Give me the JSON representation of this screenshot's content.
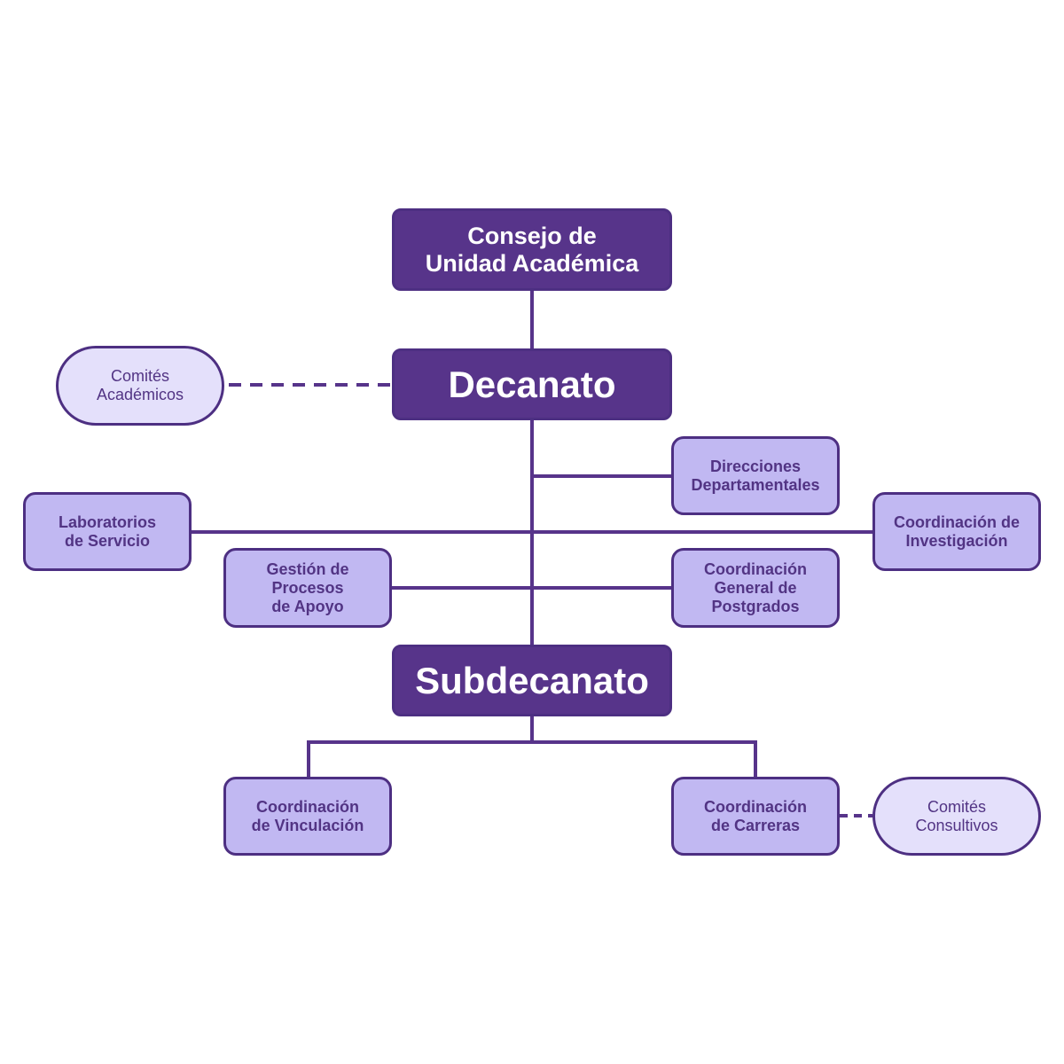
{
  "colors": {
    "primary": "#57348a",
    "secondary": "#c1b8f2",
    "tertiary": "#e4e0fb",
    "line": "#57348a",
    "text_on_light": "#523484"
  },
  "nodes": {
    "consejo": "Consejo de\nUnidad Académica",
    "decanato": "Decanato",
    "comites_academicos": "Comités\nAcadémicos",
    "direcciones": "Direcciones\nDepartamentales",
    "laboratorios": "Laboratorios\nde Servicio",
    "coord_investigacion": "Coordinación de\nInvestigación",
    "gestion": "Gestión de\nProcesos\nde Apoyo",
    "coord_postgrados": "Coordinación\nGeneral de\nPostgrados",
    "subdecanato": "Subdecanato",
    "coord_vinculacion": "Coordinación\nde Vinculación",
    "coord_carreras": "Coordinación\nde Carreras",
    "comites_consultivos": "Comités\nConsultivos"
  }
}
